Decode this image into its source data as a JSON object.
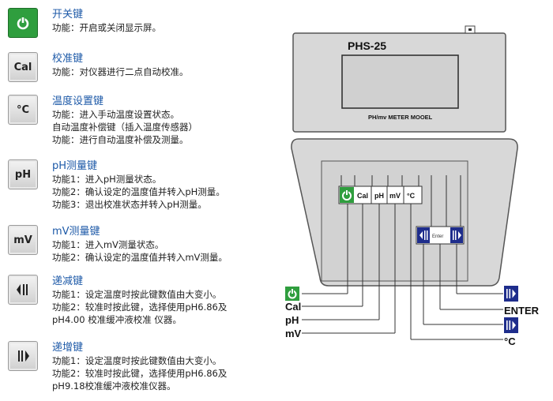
{
  "keys": [
    {
      "icon": "power-icon",
      "label": "",
      "title": "开关键",
      "lines": [
        "功能：开启或关闭显示屏。"
      ]
    },
    {
      "icon": "",
      "label": "Cal",
      "title": "校准键",
      "lines": [
        "功能：对仪器进行二点自动校准。"
      ]
    },
    {
      "icon": "",
      "label": "°C",
      "title": "温度设置键",
      "lines": [
        "功能：进入手动温度设置状态。",
        "自动温度补偿键（插入温度传感器）",
        "功能：进行自动温度补偿及测量。"
      ]
    },
    {
      "icon": "",
      "label": "pH",
      "title": "pH测量键",
      "lines": [
        "功能1：进入pH测量状态。",
        "功能2：确认设定的温度值并转入pH测量。",
        "功能3：退出校准状态并转入pH测量。"
      ]
    },
    {
      "icon": "",
      "label": "mV",
      "title": "mV测量键",
      "lines": [
        "功能1：进入mV测量状态。",
        "功能2：确认设定的温度值并转入mV测量。"
      ]
    },
    {
      "icon": "decrement-arrow-icon",
      "label": "",
      "title": "递减键",
      "lines": [
        "功能1：设定温度时按此键数值由大变小。",
        "功能2：较准时按此键，选择使用pH6.86及",
        "pH4.00 校准缓冲液校准 仪器。"
      ]
    },
    {
      "icon": "increment-arrow-icon",
      "label": "",
      "title": "递增键",
      "lines": [
        "功能1：设定温度时按此键数值由大变小。",
        "功能2：较准时按此键，选择使用pH6.86及",
        "pH9.18校准缓冲液校准仪器。"
      ]
    }
  ],
  "meter": {
    "model": "PHS-25",
    "subtitle": "PH/mv METER MOOEL",
    "panel_keys": [
      "Cal",
      "pH",
      "mV",
      "°C"
    ],
    "enter_small": "Enter",
    "callouts_left": [
      "Cal",
      "pH",
      "mV"
    ],
    "callouts_right": [
      "ENTER",
      "°C"
    ]
  },
  "colors": {
    "title": "#1e5aa8",
    "green": "#2f9e3e",
    "navy": "#1e2d8c"
  }
}
